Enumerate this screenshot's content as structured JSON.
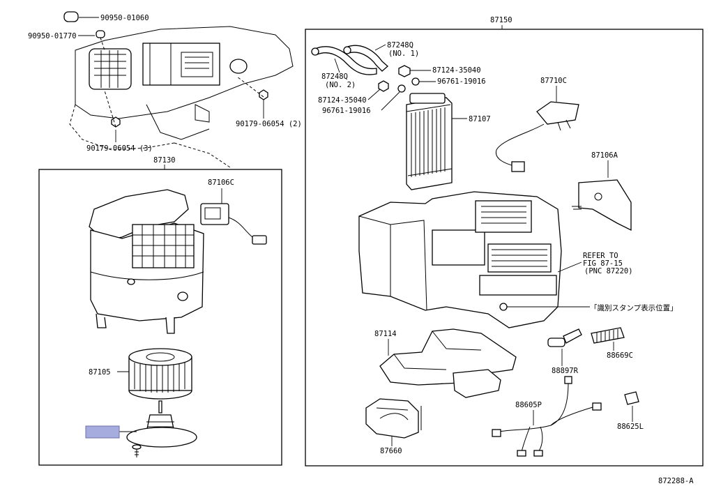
{
  "top_callouts": {
    "c1": "90950-01060",
    "c2": "90950-01770",
    "c3": "90179-06054 (2)",
    "c4": "90179-06054 (3)"
  },
  "left_group": {
    "title": "87130",
    "resistor": "87106C",
    "blower_motor": "87105"
  },
  "right_group": {
    "title": "87150",
    "pipe1": "87248Q",
    "pipe1_note": "(NO. 1)",
    "pipe2": "87248Q",
    "pipe2_note": "(NO. 2)",
    "clamp_r": "87124-35040",
    "clamp_l": "87124-35040",
    "oring_r": "96761-19016",
    "oring_l": "96761-19016",
    "heater_core": "87107",
    "wire_harness_top": "87710C",
    "bracket": "87106A",
    "refer_line1": "REFER TO",
    "refer_line2": "FIG 87-15",
    "refer_line3": "(PNC 87220)",
    "stamp_note": "「識別スタンプ表示位置」",
    "duct": "87114",
    "damper": "87660",
    "hose_joint": "88897R",
    "hose": "88669C",
    "wire_harness": "88605P",
    "clip": "88625L"
  },
  "footer": {
    "figure_code": "872288-A"
  },
  "highlight_color": "#a7acdf"
}
